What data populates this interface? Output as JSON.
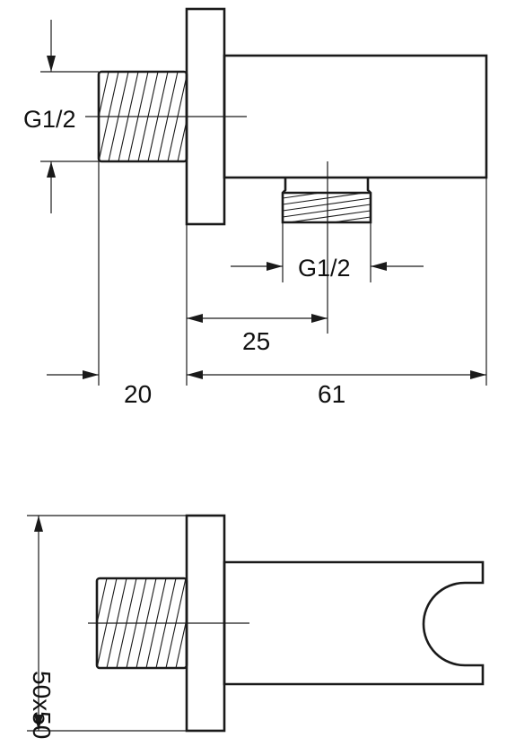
{
  "dimensions": {
    "thread_top": "G1/2",
    "thread_bottom": "G1/2",
    "outlet_offset": "25",
    "thread_length": "20",
    "body_length": "61",
    "flange_size": "50x50"
  },
  "colors": {
    "line": "#1a1a1a",
    "background": "#ffffff"
  }
}
